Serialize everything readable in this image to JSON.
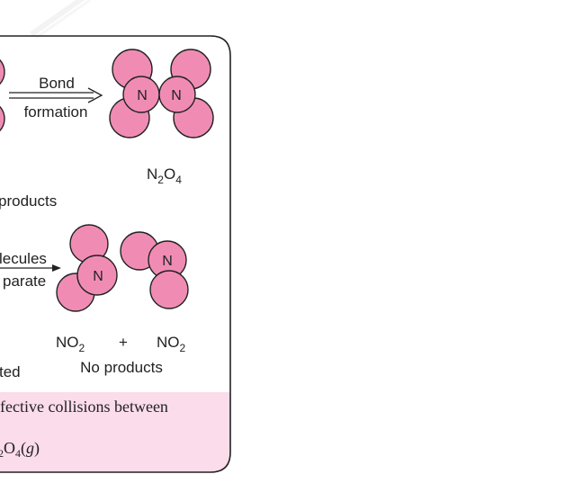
{
  "colors": {
    "atom_fill": "#f08cb4",
    "atom_stroke": "#222222",
    "caption_bg": "#fbdcea",
    "panel_border": "#222222"
  },
  "top_reaction": {
    "arrow_label_top": "Bond",
    "arrow_label_bottom": "formation",
    "atom_label_left": "N",
    "atom_label_right": "N",
    "formula_base": "N",
    "formula_sub1": "2",
    "formula_mid": "O",
    "formula_sub2": "4",
    "left_partial_text": "products"
  },
  "bottom_reaction": {
    "arrow_label_top": "lecules",
    "arrow_label_bottom": "parate",
    "atom_label_left": "N",
    "atom_label_right": "N",
    "left_formula_base": "NO",
    "left_formula_sub": "2",
    "plus_sign": "+",
    "right_formula_base": "NO",
    "right_formula_sub": "2",
    "result_text": "No products",
    "left_partial_text": "ted"
  },
  "caption": {
    "line1": "fective collisions between",
    "line2_sub": "2",
    "line2_mid": "O",
    "line2_sub2": "4",
    "line2_paren_open": "(",
    "line2_italic": "g",
    "line2_paren_close": ")"
  }
}
